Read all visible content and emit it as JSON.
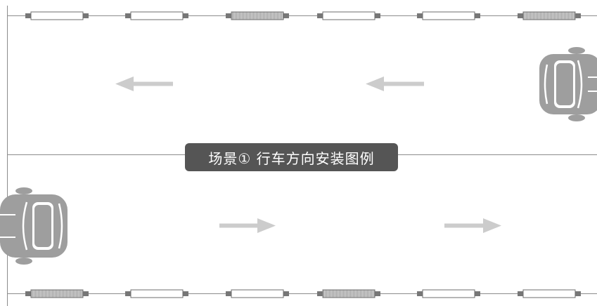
{
  "caption": "场景① 行车方向安装图例",
  "colors": {
    "road_border": "#8c8c8c",
    "lamp_outline": "#6e6e6e",
    "lamp_active_fill": "#bdbdbd",
    "arrow": "#cccccc",
    "car": "#9e9e9e",
    "badge_bg": "#555555",
    "badge_text": "#ffffff"
  },
  "icons": {
    "light_strip": "light-strip-icon",
    "direction_arrow": "direction-arrow-icon",
    "car": "car-icon"
  },
  "top_lane": {
    "direction": "left",
    "strip_states": [
      "plain",
      "plain",
      "active",
      "plain",
      "plain",
      "active"
    ]
  },
  "bottom_lane": {
    "direction": "right",
    "strip_states": [
      "active",
      "plain",
      "plain",
      "active",
      "plain",
      "plain"
    ]
  }
}
